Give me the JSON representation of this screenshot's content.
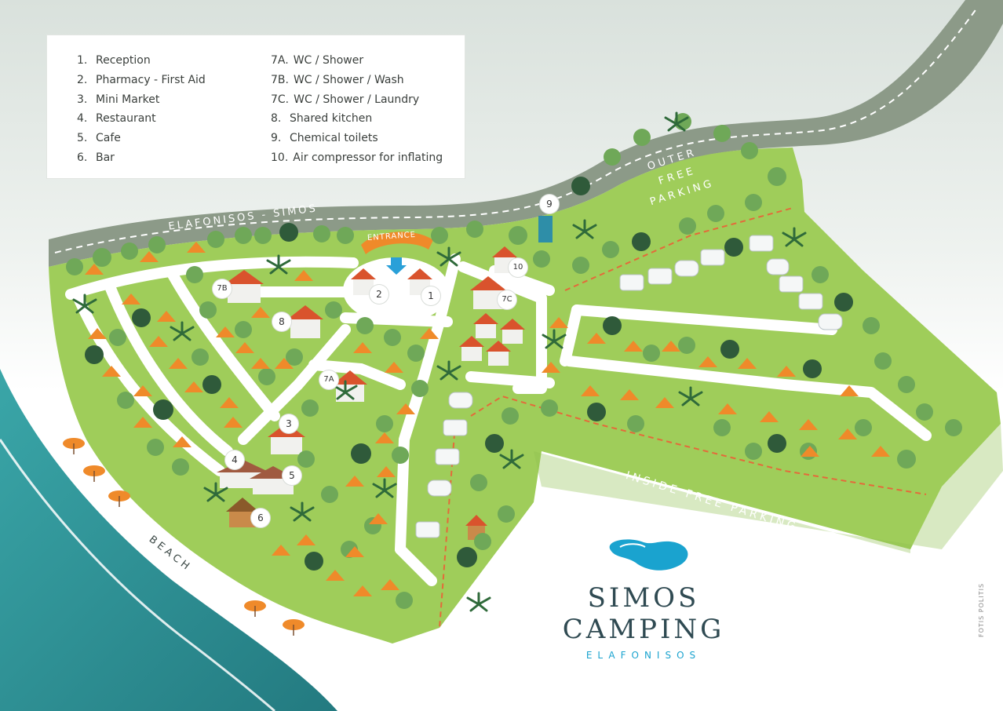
{
  "legend": {
    "left_items": [
      {
        "num": "1.",
        "label": "Reception"
      },
      {
        "num": "2.",
        "label": "Pharmacy - First Aid"
      },
      {
        "num": "3.",
        "label": "Mini Market"
      },
      {
        "num": "4.",
        "label": "Restaurant"
      },
      {
        "num": "5.",
        "label": "Cafe"
      },
      {
        "num": "6.",
        "label": "Bar"
      }
    ],
    "right_items": [
      {
        "num": "7A.",
        "label": "WC / Shower"
      },
      {
        "num": "7B.",
        "label": "WC / Shower / Wash"
      },
      {
        "num": "7C.",
        "label": "WC / Shower / Laundry"
      },
      {
        "num": "8.",
        "label": "Shared kitchen"
      },
      {
        "num": "9.",
        "label": "Chemical toilets"
      },
      {
        "num": "10.",
        "label": "Air compressor for inflating"
      }
    ]
  },
  "map": {
    "road_label": "ELAFONISOS - SIMOS",
    "entrance_label": "ENTRANCE",
    "outer_parking_lines": [
      "OUTER",
      "FREE",
      "PARKING"
    ],
    "inside_parking_label": "INSIDE FREE PARKING",
    "beach_label": "BEACH",
    "markers": {
      "m1": "1",
      "m2": "2",
      "m3": "3",
      "m4": "4",
      "m5": "5",
      "m6": "6",
      "m7a": "7A",
      "m7b": "7B",
      "m7c": "7C",
      "m8": "8",
      "m9": "9",
      "m10": "10"
    }
  },
  "brand": {
    "title": "SIMOS CAMPING",
    "subtitle": "ELAFONISOS"
  },
  "credit": "FOTIS POLITIS",
  "colors": {
    "grass": "#9fcd5a",
    "road": "#8c9a88",
    "sea": "#2e8f94",
    "path": "#ffffff",
    "accent": "#ef8a2a",
    "brand_blue": "#1aa3cf"
  },
  "icons": [
    "house-icon",
    "tent-icon",
    "tree-icon",
    "palm-icon",
    "caravan-icon",
    "umbrella-icon",
    "entrance-arrow-icon",
    "lake-logo-icon"
  ]
}
